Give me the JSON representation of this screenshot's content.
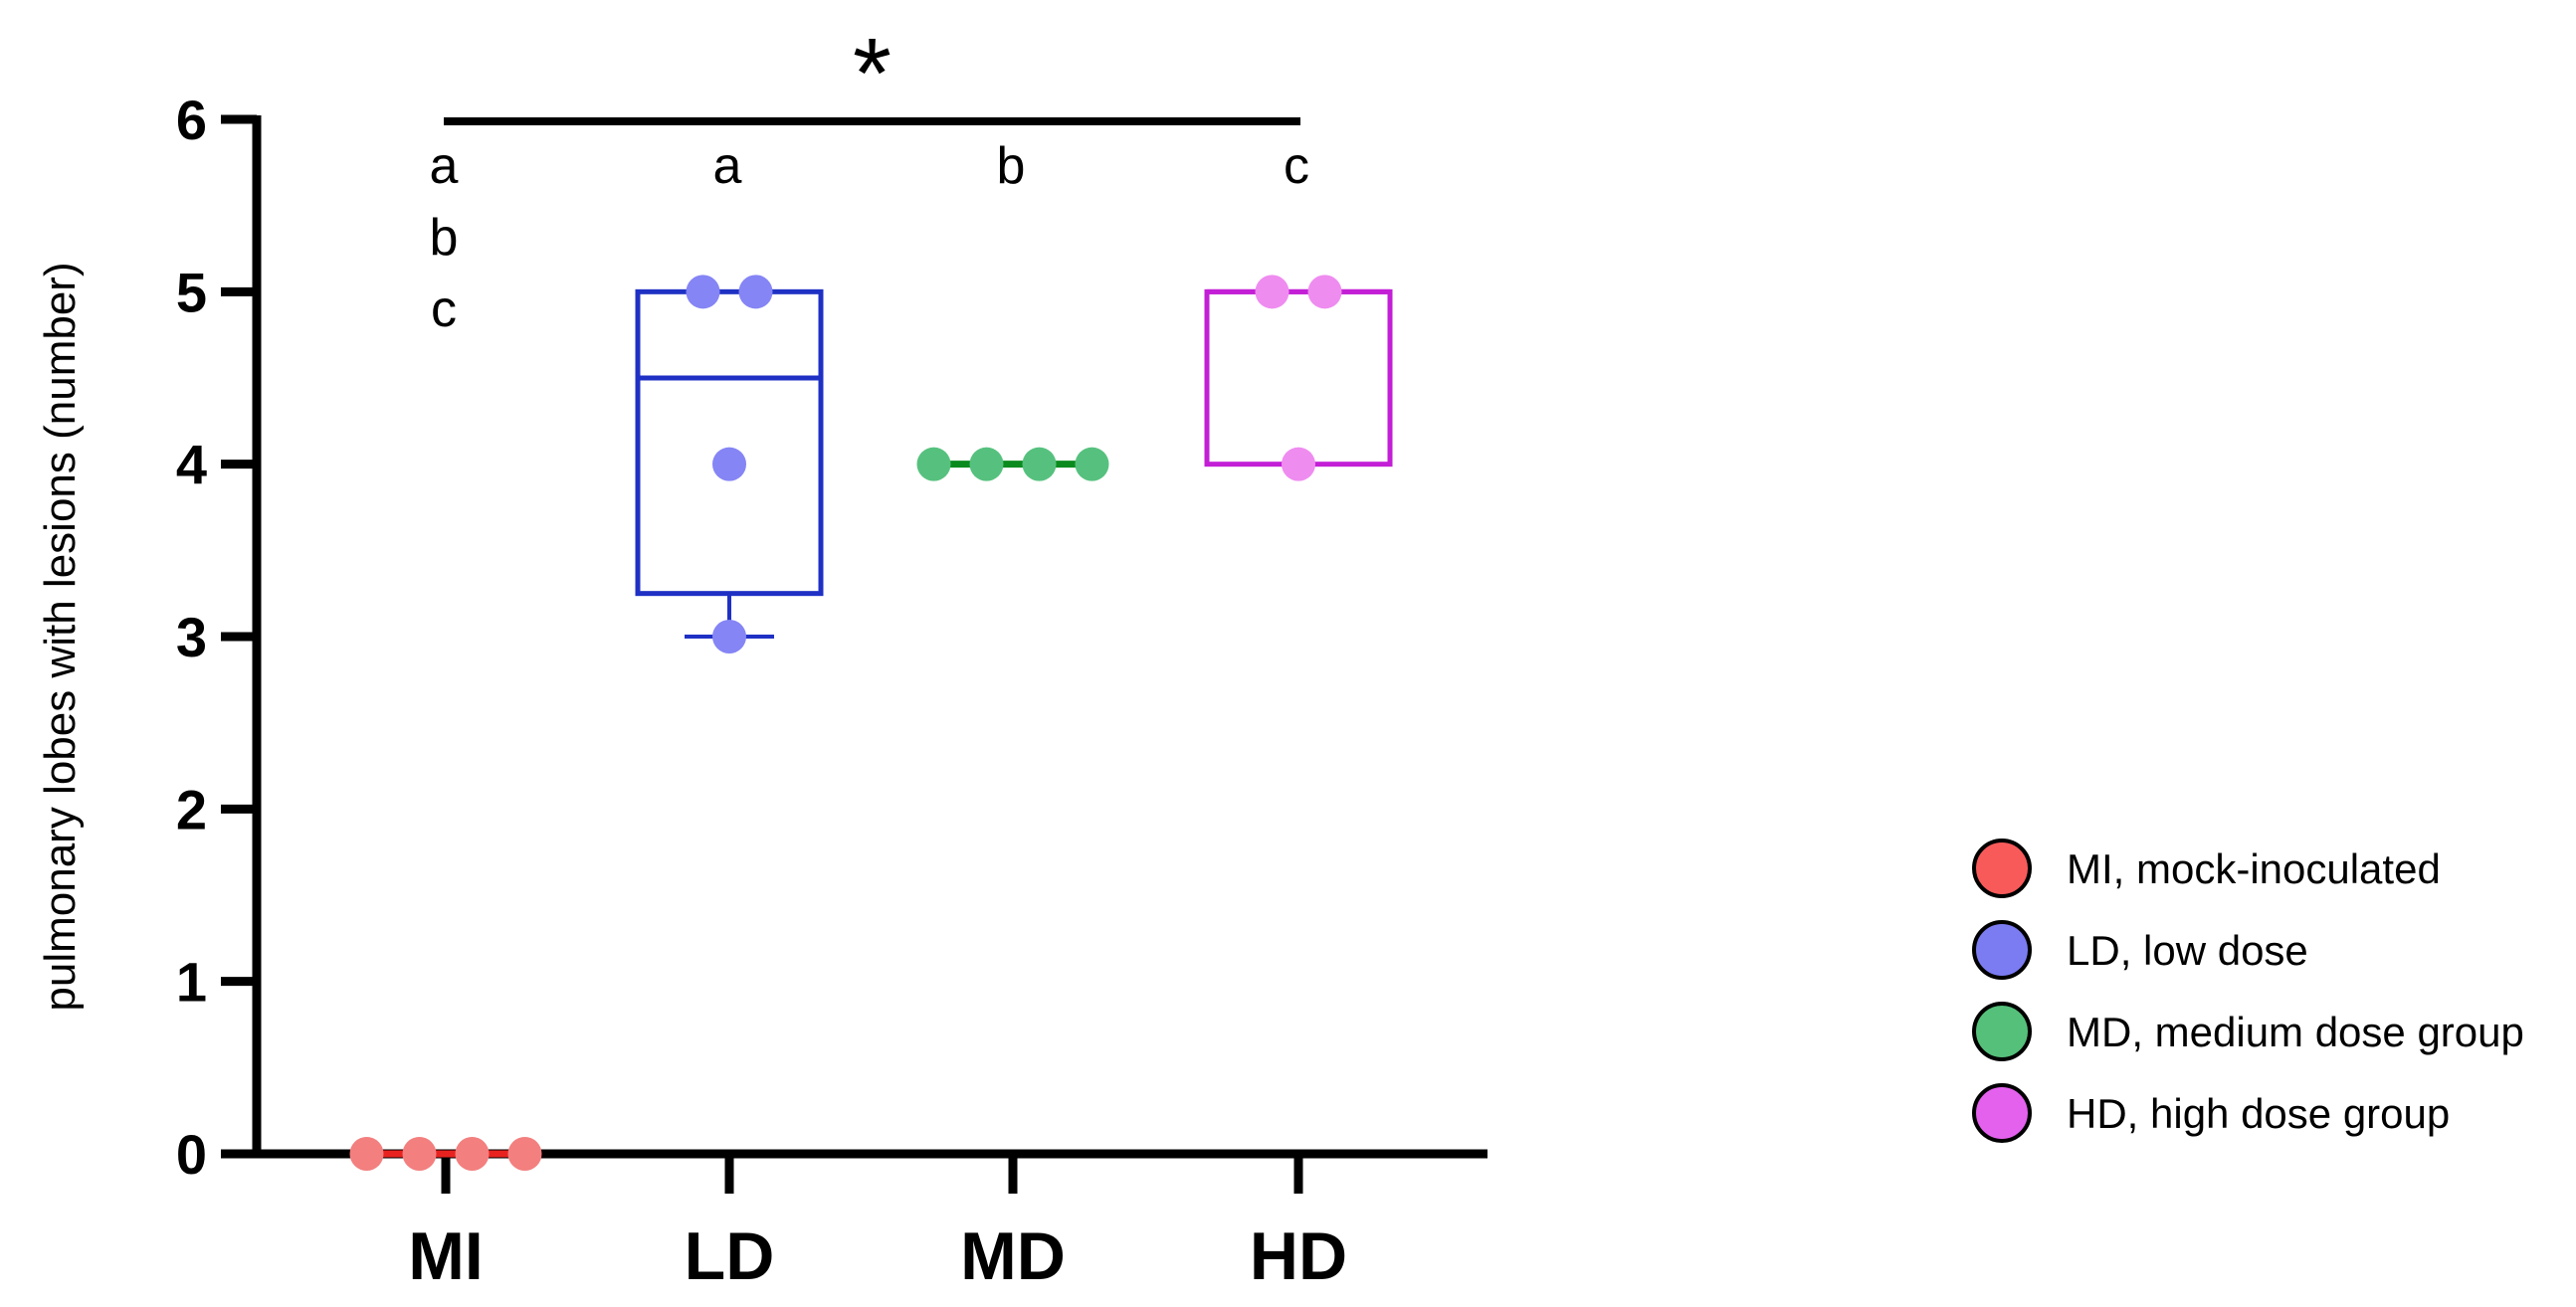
{
  "chart_data": {
    "type": "scatter",
    "subtype": "box-and-dot",
    "title": "",
    "xlabel": "",
    "ylabel": "pulmonary lobes with lesions (number)",
    "ylim": [
      0,
      6
    ],
    "yticks": [
      "0",
      "1",
      "2",
      "3",
      "4",
      "5",
      "6"
    ],
    "grid": false,
    "legend_position": "right",
    "categories": [
      "MI",
      "LD",
      "MD",
      "HD"
    ],
    "series": [
      {
        "name": "MI, mock-inoculated",
        "category": "MI",
        "values": [
          0,
          0,
          0,
          0
        ],
        "point_color": "#f37f7f",
        "line_color": "#e8231f",
        "legend_color": "#f85a5a",
        "box": {
          "min": 0,
          "q1": 0,
          "median": 0,
          "q3": 0,
          "max": 0
        },
        "letters": [
          "a",
          "b",
          "c"
        ]
      },
      {
        "name": "LD, low dose",
        "category": "LD",
        "values": [
          5,
          5,
          4,
          3
        ],
        "point_color": "#8585f5",
        "line_color": "#1f31c4",
        "legend_color": "#7b7cf2",
        "box": {
          "min": 3,
          "q1": 3.25,
          "median": 4.5,
          "q3": 5,
          "max": 5
        },
        "letters": [
          "a"
        ]
      },
      {
        "name": "MD, medium dose group",
        "category": "MD",
        "values": [
          4,
          4,
          4,
          4
        ],
        "point_color": "#56c17e",
        "line_color": "#0b8a1e",
        "legend_color": "#55c07a",
        "box": {
          "min": 4,
          "q1": 4,
          "median": 4,
          "q3": 4,
          "max": 4
        },
        "letters": [
          "b"
        ]
      },
      {
        "name": "HD, high dose group",
        "category": "HD",
        "values": [
          5,
          5,
          4
        ],
        "point_color": "#ef8cf0",
        "line_color": "#c31fd6",
        "legend_color": "#e461ee",
        "box": {
          "min": 4,
          "q1": 4,
          "median": 5,
          "q3": 5,
          "max": 5
        },
        "letters": [
          "c"
        ]
      }
    ],
    "annotations": {
      "significance_bar": {
        "from": "MI",
        "to": "HD",
        "y": 6,
        "label": "*"
      }
    }
  }
}
